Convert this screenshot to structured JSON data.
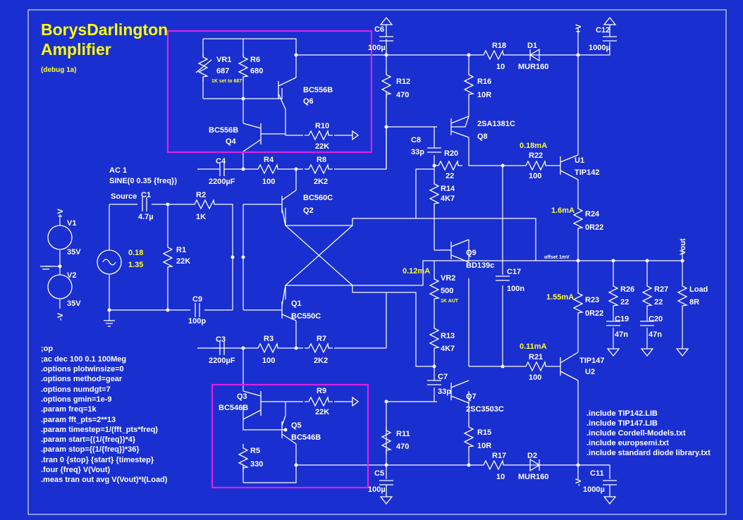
{
  "title": {
    "line1": "BorysDarlington",
    "line2": "Amplifier",
    "subtitle": "(debug 1a)"
  },
  "colors": {
    "background": "#1a2fd0",
    "wire": "#ffffff",
    "highlight_box": "#e020e0",
    "annotation": "#ffff33"
  },
  "components": {
    "VR1": {
      "name": "VR1",
      "value": "687",
      "note": "1K set to 687"
    },
    "R6": {
      "name": "R6",
      "value": "680"
    },
    "Q6": {
      "name": "Q6",
      "model": "BC556B"
    },
    "Q4": {
      "name": "Q4",
      "model": "BC556B"
    },
    "R10": {
      "name": "R10",
      "value": "22K"
    },
    "C4": {
      "name": "C4",
      "value": "2200µF"
    },
    "R4": {
      "name": "R4",
      "value": "100"
    },
    "R8": {
      "name": "R8",
      "value": "2K2"
    },
    "Q2": {
      "name": "Q2",
      "model": "BC560C"
    },
    "Q1": {
      "name": "Q1",
      "model": "BC550C"
    },
    "C3": {
      "name": "C3",
      "value": "2200µF"
    },
    "R3": {
      "name": "R3",
      "value": "100"
    },
    "R7": {
      "name": "R7",
      "value": "2K2"
    },
    "Q3": {
      "name": "Q3",
      "model": "BC546B"
    },
    "Q5": {
      "name": "Q5",
      "model": "BC546B"
    },
    "R9": {
      "name": "R9",
      "value": "22K"
    },
    "R5": {
      "name": "R5",
      "value": "330"
    },
    "C1": {
      "name": "C1",
      "value": "4.7µ"
    },
    "R2": {
      "name": "R2",
      "value": "1K"
    },
    "R1": {
      "name": "R1",
      "value": "22K"
    },
    "C9": {
      "name": "C9",
      "value": "100p"
    },
    "V1": {
      "name": "V1",
      "value": "35V"
    },
    "V2": {
      "name": "V2",
      "value": "35V"
    },
    "C6": {
      "name": "C6",
      "value": "100µ"
    },
    "C5": {
      "name": "C5",
      "value": "100µ"
    },
    "R12": {
      "name": "R12",
      "value": "470"
    },
    "R11": {
      "name": "R11",
      "value": "470"
    },
    "R16": {
      "name": "R16",
      "value": "10R"
    },
    "R15": {
      "name": "R15",
      "value": "10R"
    },
    "R18": {
      "name": "R18",
      "value": "10"
    },
    "R17": {
      "name": "R17",
      "value": "10"
    },
    "D1": {
      "name": "D1",
      "value": "MUR160"
    },
    "D2": {
      "name": "D2",
      "value": "MUR160"
    },
    "C12": {
      "name": "C12",
      "value": "1000µ"
    },
    "C11": {
      "name": "C11",
      "value": "1000µ"
    },
    "Q8": {
      "name": "Q8",
      "model": "2SA1381C"
    },
    "Q7": {
      "name": "Q7",
      "model": "2SC3503C"
    },
    "C8": {
      "name": "C8",
      "value": "33p"
    },
    "C7": {
      "name": "C7",
      "value": "33p"
    },
    "R20": {
      "name": "R20",
      "value": "22"
    },
    "R14": {
      "name": "R14",
      "value": "4K7"
    },
    "R13": {
      "name": "R13",
      "value": "4K7"
    },
    "Q9": {
      "name": "Q9",
      "model": "BD139c"
    },
    "VR2": {
      "name": "VR2",
      "value": "500",
      "note": "1K AUT"
    },
    "C17": {
      "name": "C17",
      "value": "100n"
    },
    "R22": {
      "name": "R22",
      "value": "100"
    },
    "R21": {
      "name": "R21",
      "value": "100"
    },
    "U1": {
      "name": "U1",
      "model": "TIP142"
    },
    "U2": {
      "name": "U2",
      "model": "TIP147"
    },
    "R24": {
      "name": "R24",
      "value": "0R22"
    },
    "R23": {
      "name": "R23",
      "value": "0R22"
    },
    "R26": {
      "name": "R26",
      "value": "22"
    },
    "R27": {
      "name": "R27",
      "value": "22"
    },
    "C19": {
      "name": "C19",
      "value": "47n"
    },
    "C20": {
      "name": "C20",
      "value": "47n"
    },
    "Load": {
      "name": "Load",
      "value": "8R"
    }
  },
  "source": {
    "label": "Source",
    "ac": "AC 1",
    "sine": "SINE(0 0.35 {freq})",
    "dc1": "0.18",
    "dc2": "1.35"
  },
  "nets": {
    "vplus": "+V",
    "vminus": "-V",
    "vout": "Vout",
    "offset": "offset 1mV"
  },
  "annotations": {
    "i_q6": "0.18mA",
    "i_r24": "1.6mA",
    "i_vr2": "0.12mA",
    "i_r23": "1.55mA",
    "i_q7": "0.11mA"
  },
  "directives": [
    ";op",
    ";ac dec 100 0.1 100Meg",
    ".options plotwinsize=0",
    ".options method=gear",
    ".options numdgt=7",
    ".options gmin=1e-9",
    ".param freq=1k",
    ".param fft_pts=2**13",
    ".param timestep=1/(fft_pts*freq)",
    ".param start={(1/{freq})*4}",
    ".param stop={(1/{freq})*36}",
    ".tran 0 {stop} {start} {timestep}",
    ".four {freq} V(Vout)",
    ".meas tran out avg V(Vout)*I(Load)"
  ],
  "includes": [
    ".include TIP142.LIB",
    ".include TIP147.LIB",
    ".include Cordell-Models.txt",
    ".include europsemi.txt",
    ".include standard diode library.txt"
  ]
}
